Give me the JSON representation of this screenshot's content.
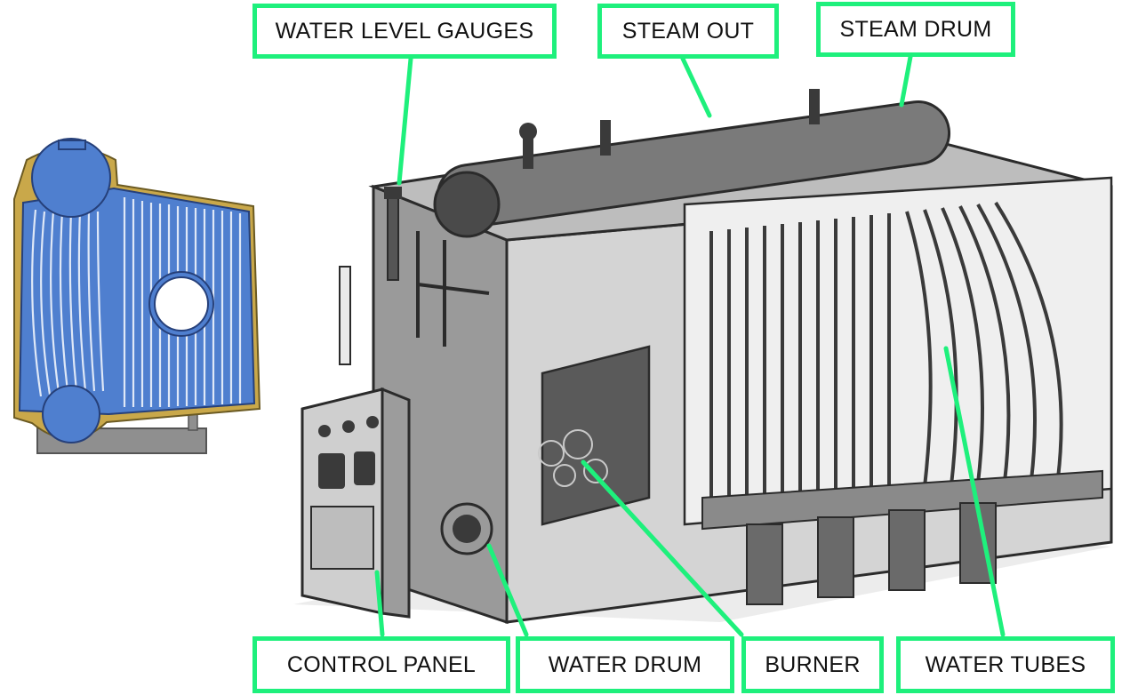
{
  "colors": {
    "accent": "#1ef07c",
    "drum_blue": "#4f7fcf",
    "insulation": "#c9a84a",
    "steel_dark": "#2b2b2b",
    "steel_mid": "#8a8a8a",
    "steel_light": "#d4d4d4"
  },
  "labels": {
    "water_level_gauges": "WATER LEVEL GAUGES",
    "steam_out": "STEAM OUT",
    "steam_drum": "STEAM DRUM",
    "control_panel": "CONTROL PANEL",
    "water_drum": "WATER DRUM",
    "burner": "BURNER",
    "water_tubes": "WATER TUBES"
  },
  "icons": {
    "schematic": "boiler-cross-section-icon",
    "illustration": "package-boiler-cutaway-icon"
  }
}
